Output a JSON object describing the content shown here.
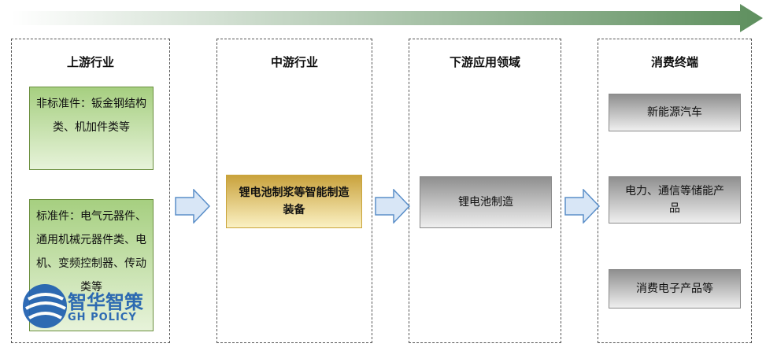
{
  "columns": [
    {
      "title": "上游行业",
      "boxes": [
        "非标准件：钣金钢结构类、机加件类等",
        "标准件：电气元器件、通用机械元器件类、电机、变频控制器、传动类等"
      ]
    },
    {
      "title": "中游行业",
      "boxes": [
        "锂电池制浆等智能制造装备"
      ]
    },
    {
      "title": "下游应用领域",
      "boxes": [
        "锂电池制造"
      ]
    },
    {
      "title": "消费终端",
      "boxes": [
        "新能源汽车",
        "电力、通信等储能产品",
        "消费电子产品等"
      ]
    }
  ],
  "watermark": {
    "text_cn": "智华智策",
    "text_en": "GH POLICY"
  },
  "colors": {
    "top_arrow": "#5e8f5e",
    "block_arrow_fill": "#d8e6f6",
    "block_arrow_stroke": "#5b8fc9",
    "logo_blue": "#1e5fb0"
  }
}
